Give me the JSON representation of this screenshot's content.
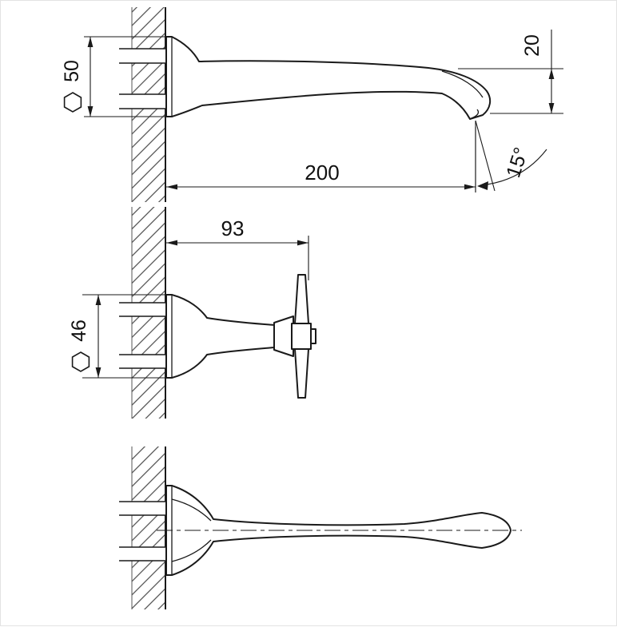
{
  "page": {
    "background": "#ffffff",
    "line_color": "#1a1a1a",
    "description_labels": {}
  },
  "dims": {
    "spout_height": "50",
    "spout_length": "200",
    "spout_drop": "20",
    "spout_angle": "15°",
    "handle_projection": "93",
    "handle_height": "46"
  }
}
